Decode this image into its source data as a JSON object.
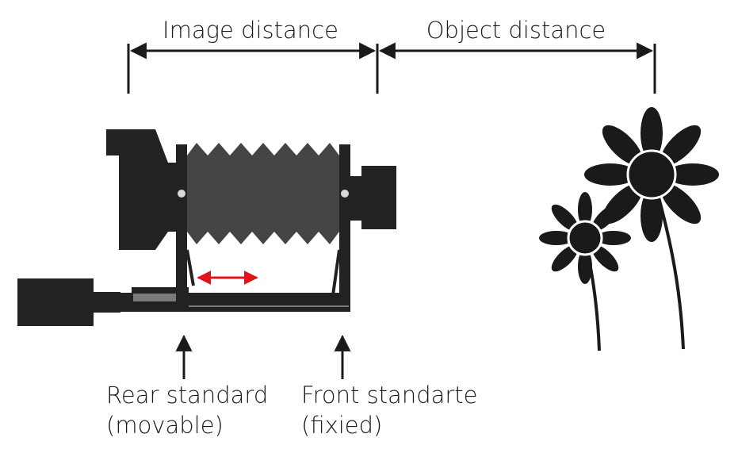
{
  "labels": {
    "image_distance": "Image distance",
    "object_distance": "Object distance",
    "rear_standard_line1": "Rear standard",
    "rear_standard_line2": "(movable)",
    "front_standard_line1": "Front standarte",
    "front_standard_line2": "(fixied)"
  },
  "colors": {
    "ink": "#1a1a1a",
    "body_dark": "#222222",
    "bellows": "#444444",
    "slider_gray": "#7a7a7a",
    "pivot": "#d8d8d8",
    "motion_arrow": "#e0151b",
    "background": "#ffffff"
  }
}
